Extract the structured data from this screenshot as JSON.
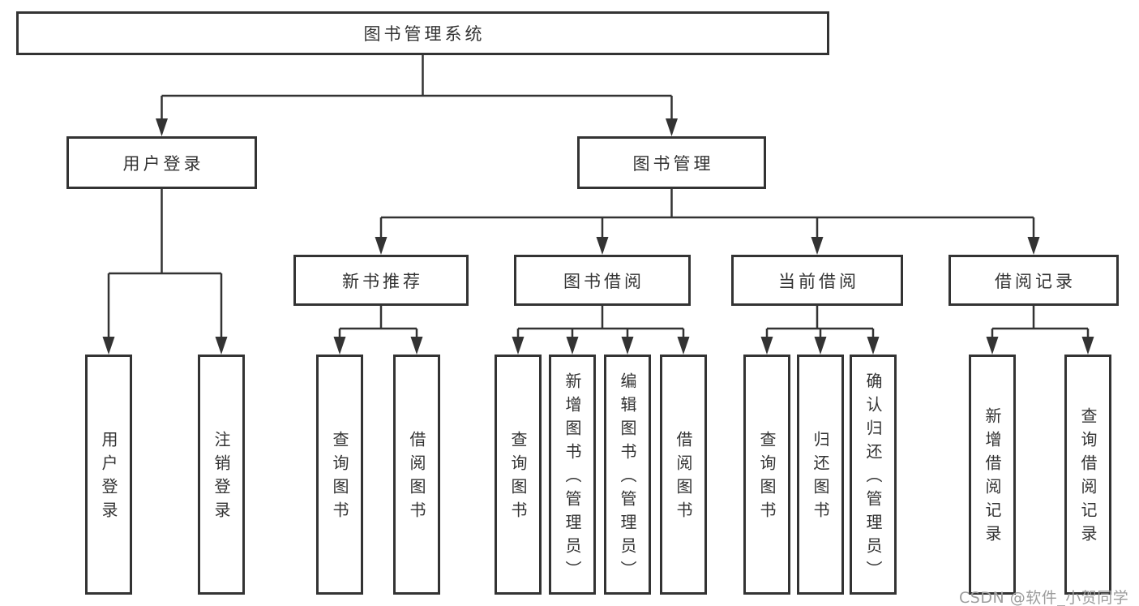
{
  "colors": {
    "line": "#333333",
    "text": "#333333",
    "box_background": "#ffffff",
    "watermark": "#9c9c9c"
  },
  "diagram": {
    "root": {
      "label": "图书管理系统"
    },
    "level2": [
      {
        "label": "用户登录"
      },
      {
        "label": "图书管理"
      }
    ],
    "level3": [
      {
        "parent": "图书管理",
        "label": "新书推荐"
      },
      {
        "parent": "图书管理",
        "label": "图书借阅"
      },
      {
        "parent": "图书管理",
        "label": "当前借阅"
      },
      {
        "parent": "图书管理",
        "label": "借阅记录"
      }
    ],
    "leaves": {
      "user_login": [
        "用户登录",
        "注销登录"
      ],
      "new_book": [
        "查询图书",
        "借阅图书"
      ],
      "book_borrow": [
        "查询图书",
        "新增图书（管理员）",
        "编辑图书（管理员）",
        "借阅图书"
      ],
      "current_borrow": [
        "查询图书",
        "归还图书",
        "确认归还（管理员）"
      ],
      "borrow_record": [
        "新增借阅记录",
        "查询借阅记录"
      ]
    }
  },
  "watermark": {
    "text": "CSDN @软件_小贺同学"
  }
}
